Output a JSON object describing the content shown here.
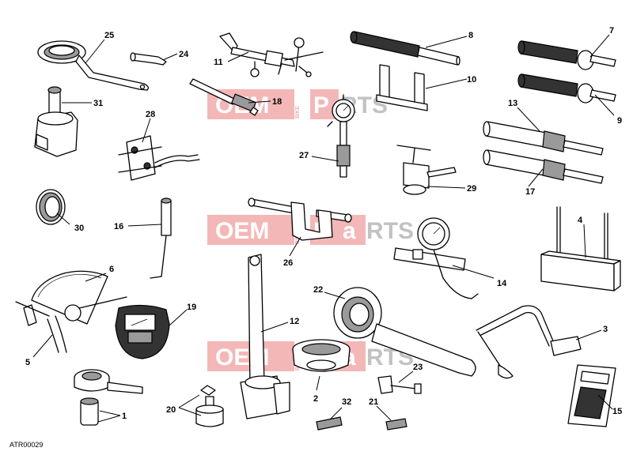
{
  "diagram_ref": "ATR00029",
  "watermark": {
    "oem": "OEM",
    "bike": "BIKE",
    "parts_p": "P",
    "parts_a": "a",
    "parts_rest": "RTS"
  },
  "callouts": {
    "c1": "1",
    "c2": "2",
    "c3": "3",
    "c4": "4",
    "c5": "5",
    "c6": "6",
    "c7": "7",
    "c8": "8",
    "c9": "9",
    "c10": "10",
    "c11": "11",
    "c12": "12",
    "c13": "13",
    "c14": "14",
    "c15": "15",
    "c16": "16",
    "c17": "17",
    "c18": "18",
    "c19": "19",
    "c20": "20",
    "c21": "21",
    "c22": "22",
    "c23": "23",
    "c24": "24",
    "c25": "25",
    "c26": "26",
    "c27": "27",
    "c28": "28",
    "c29": "29",
    "c30": "30",
    "c31": "31",
    "c32": "32"
  }
}
